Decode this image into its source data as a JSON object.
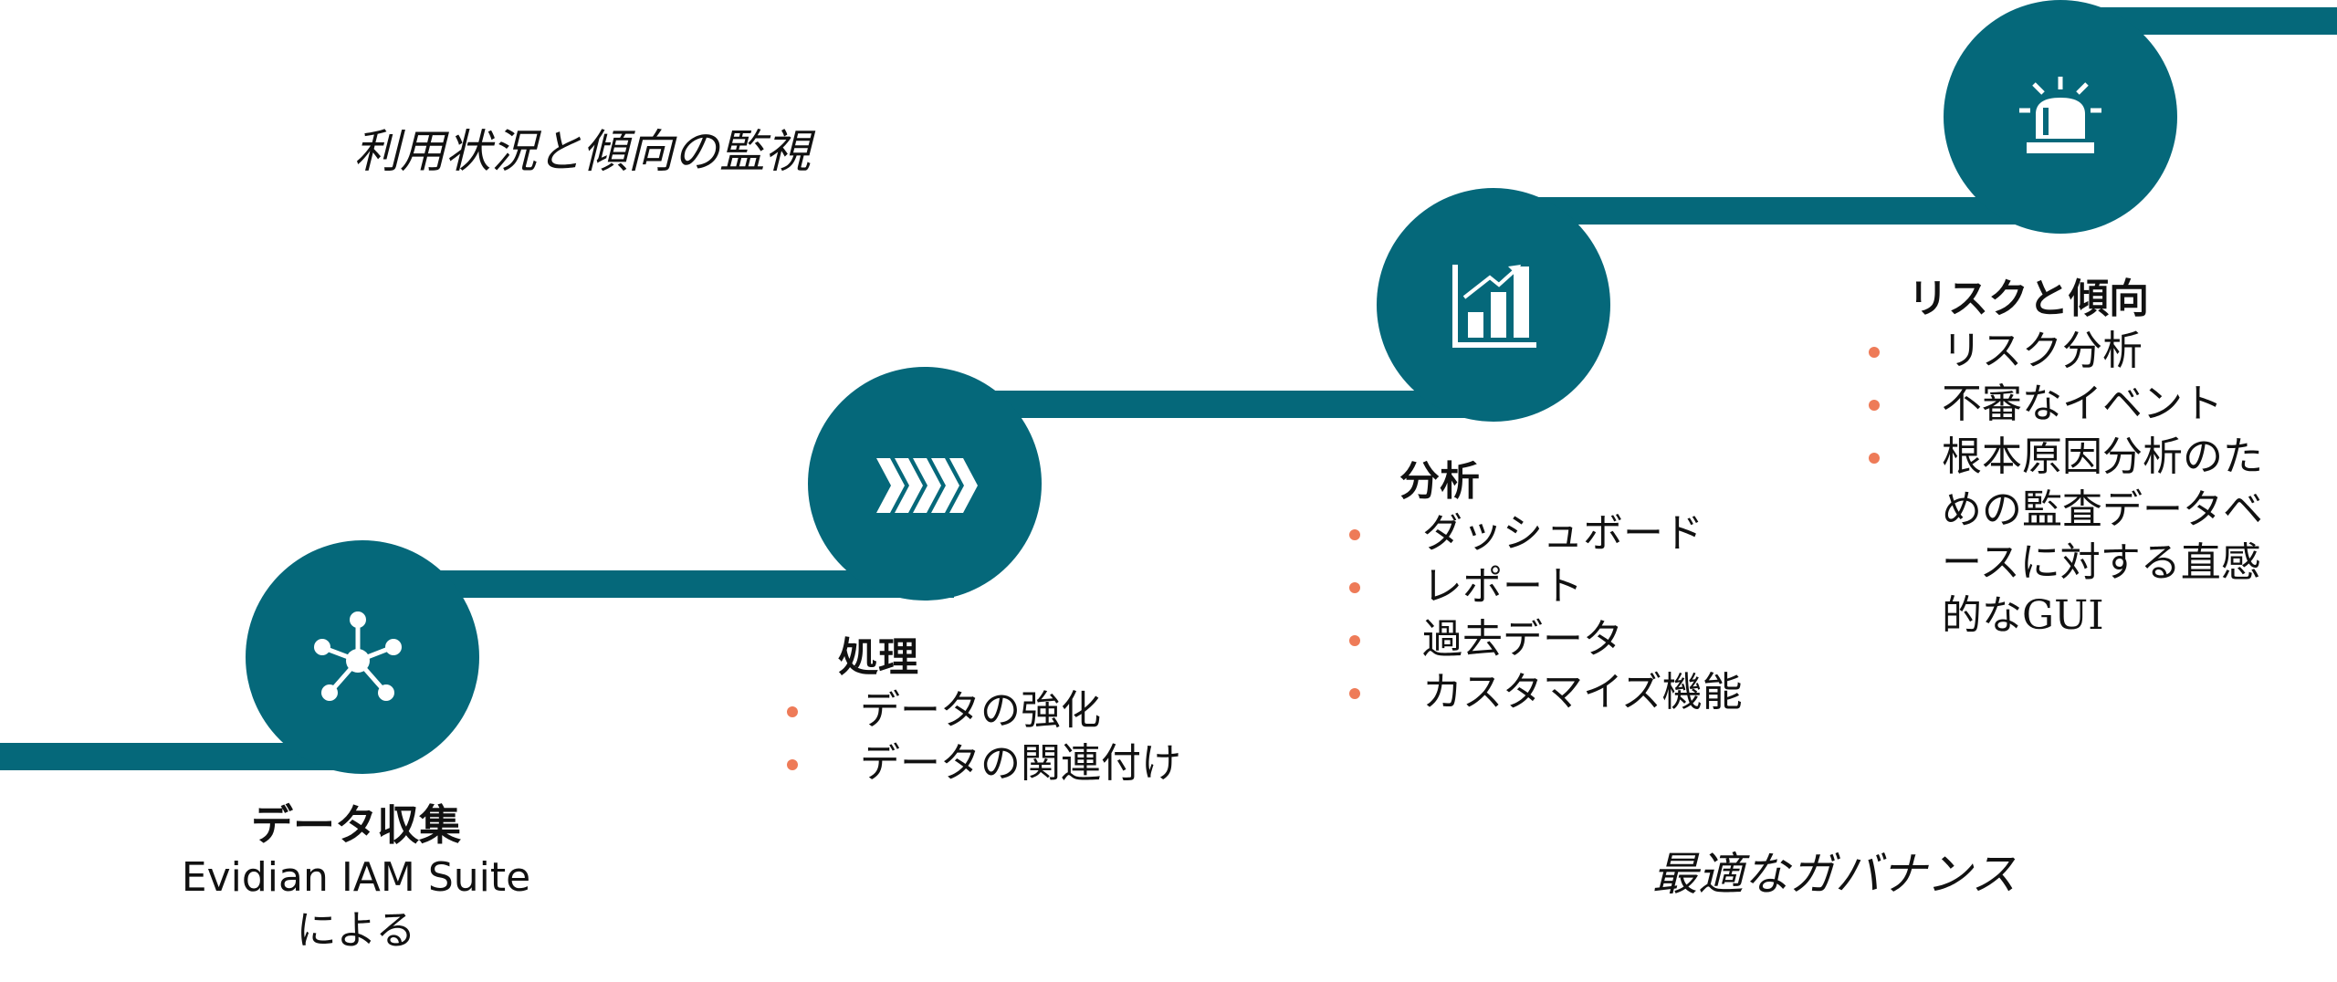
{
  "headings": {
    "monitoring": "利用状況と傾向の監視",
    "governance": "最適なガバナンス"
  },
  "steps": [
    {
      "title": "データ収集",
      "subtitle": "Evidian IAM Suite",
      "subtitle2": "による",
      "icon": "network-hub-icon"
    },
    {
      "title": "処理",
      "icon": "chevrons-icon",
      "bullets": [
        "データの強化",
        "データの関連付け"
      ]
    },
    {
      "title": "分析",
      "icon": "bar-chart-growth-icon",
      "bullets": [
        "ダッシュボード",
        "レポート",
        "過去データ",
        "カスタマイズ機能"
      ]
    },
    {
      "title": "リスクと傾向",
      "icon": "alarm-siren-icon",
      "bullets": [
        "リスク分析",
        "不審なイベント",
        "根本原因分析のた",
        "めの監査データベ",
        "ースに対する直感",
        "的なGUI"
      ]
    }
  ],
  "colors": {
    "primary": "#05687a",
    "bullet": "#ee7b58",
    "text": "#111111"
  }
}
